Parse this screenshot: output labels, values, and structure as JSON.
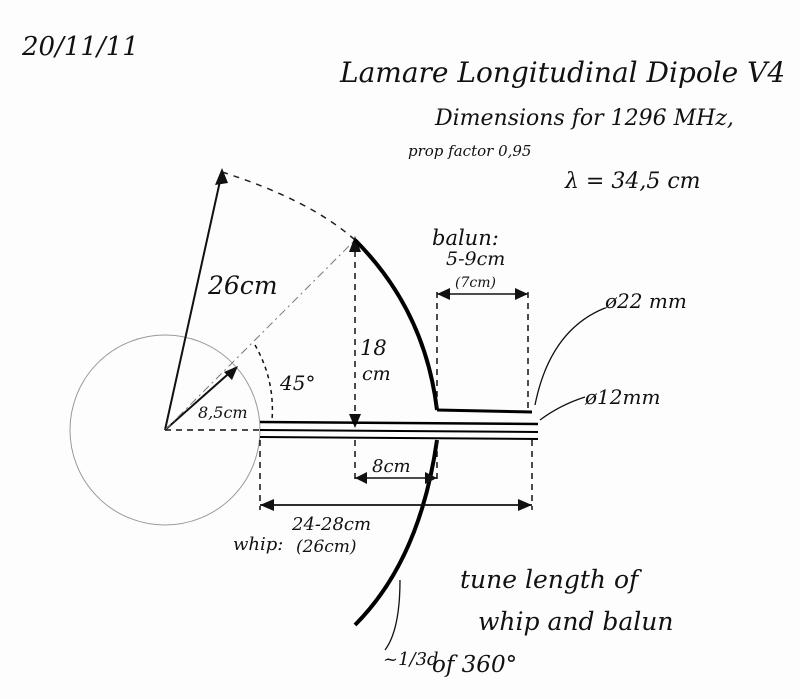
{
  "date": "20/11/11",
  "title": "Lamare Longitudinal Dipole V4",
  "subtitle": "Dimensions for 1296 MHz,",
  "prop_factor": "prop factor 0,95",
  "wavelength": "λ = 34,5 cm",
  "labels": {
    "radius_outer": "26cm",
    "radius_inner": "8,5cm",
    "angle": "45°",
    "height": "18",
    "height_unit": "cm",
    "balun_title": "balun:",
    "balun_range": "5-9cm",
    "balun_nominal": "(7cm)",
    "diameter_outer": "ø22 mm",
    "diameter_inner": "ø12mm",
    "gap": "8cm",
    "whip_label": "whip:",
    "whip_range": "24-28cm",
    "whip_nominal": "(26cm)",
    "note_line1": "tune length of",
    "note_line2": "whip and balun",
    "arc_label": "~1/3d",
    "arc_of": "of 360°"
  }
}
